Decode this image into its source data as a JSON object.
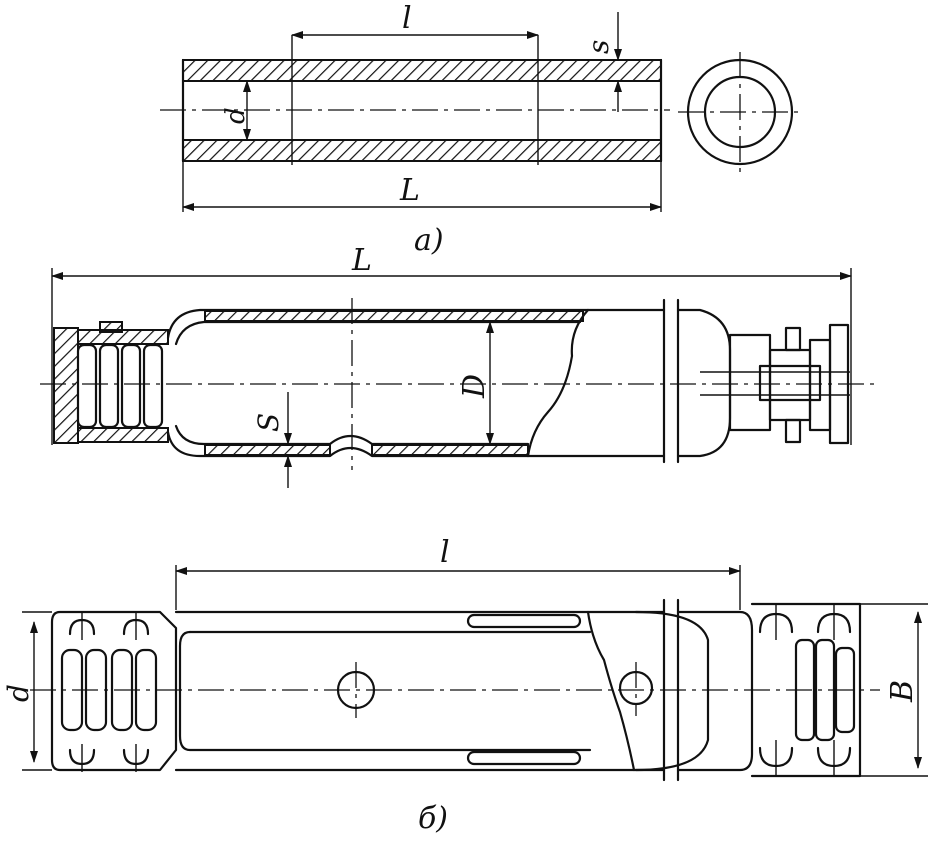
{
  "figure_labels": {
    "a": "a)",
    "b": "б)"
  },
  "dimensions": {
    "fig_a_l": "l",
    "fig_a_L": "L",
    "fig_a_s": "s",
    "fig_a_d": "d",
    "fig_b_L": "L",
    "fig_b_D": "D",
    "fig_b_S": "S",
    "fig_c_l": "l",
    "fig_c_d": "d",
    "fig_c_B": "B"
  },
  "colors": {
    "ink": "#111111",
    "paper": "#ffffff"
  }
}
